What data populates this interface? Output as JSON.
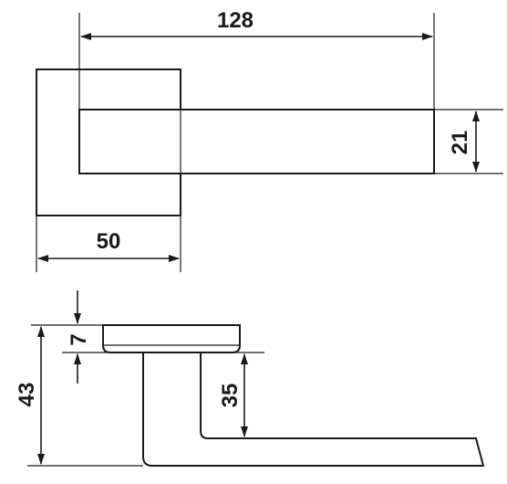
{
  "dimensions": {
    "width_overall": "128",
    "height_handle": "21",
    "width_rosette": "50",
    "thickness_rosette": "7",
    "height_total": "43",
    "height_offset": "35"
  }
}
